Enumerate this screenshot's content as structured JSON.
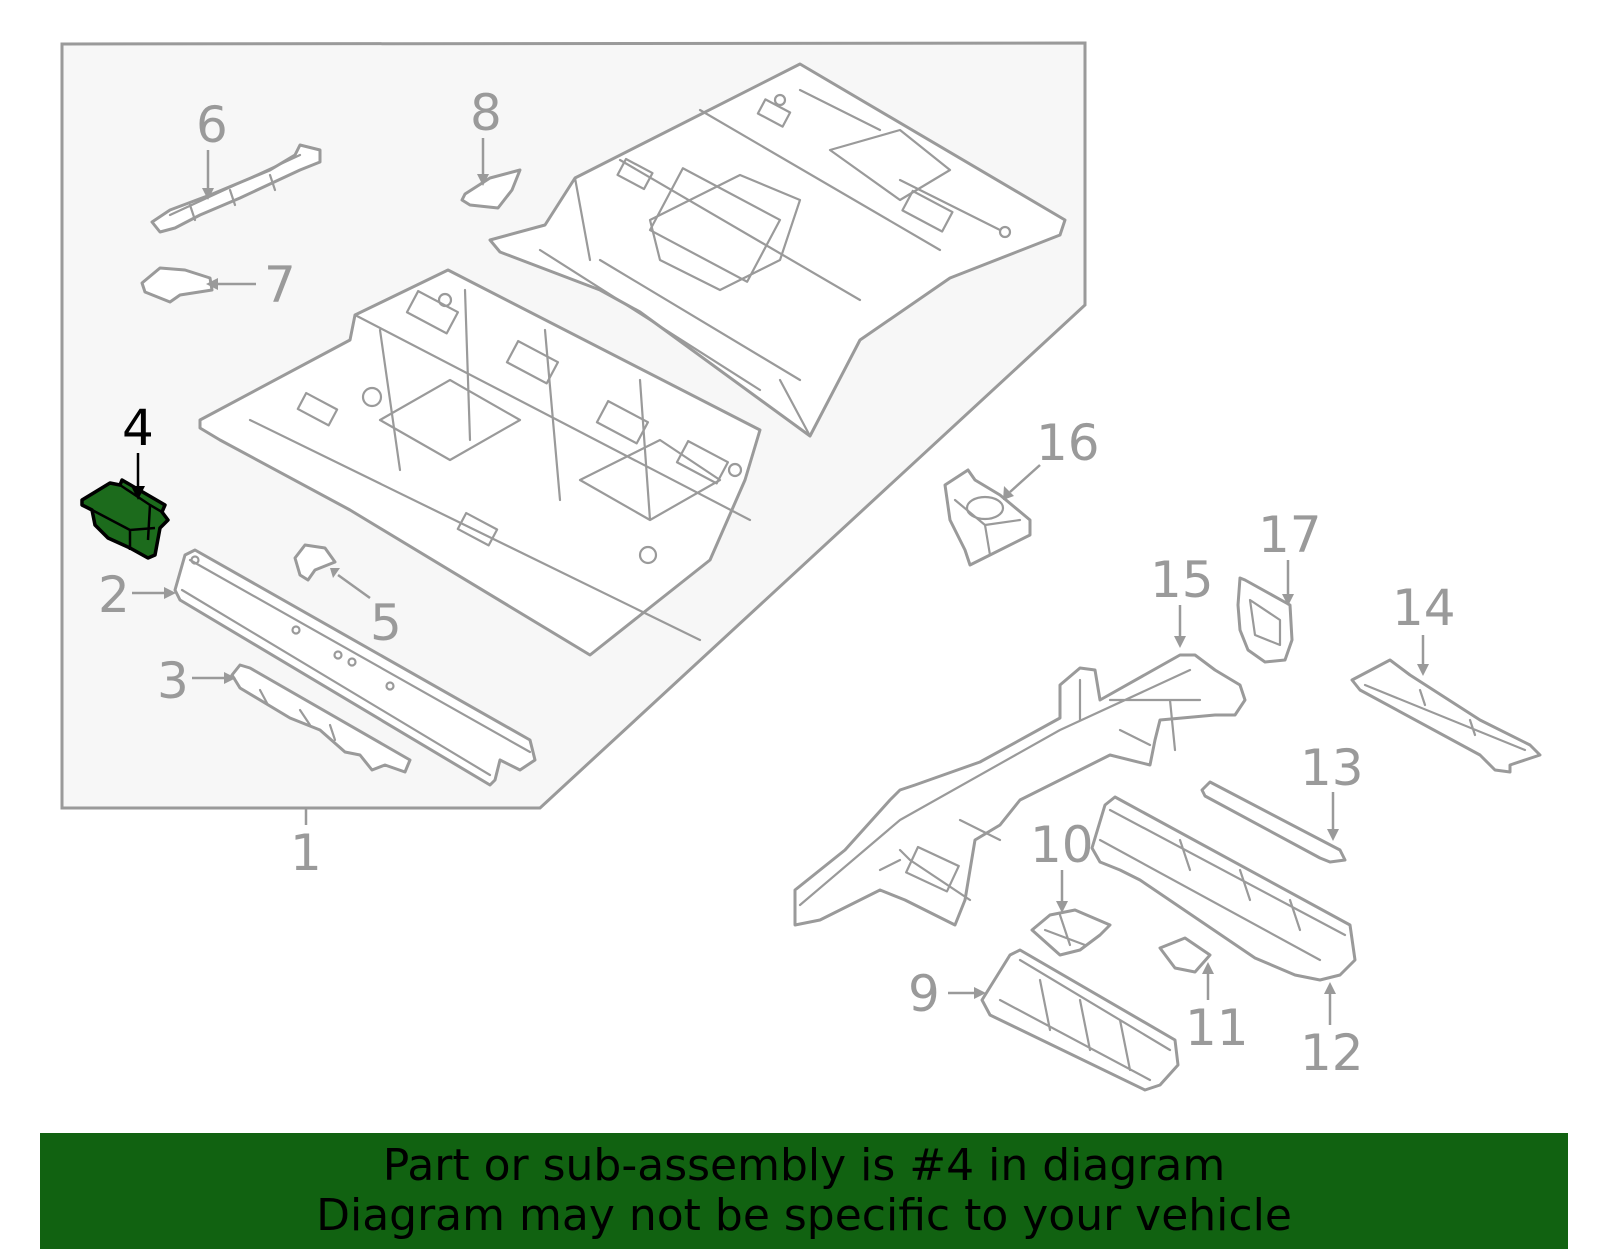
{
  "callouts": [
    {
      "id": "1",
      "label": "1"
    },
    {
      "id": "2",
      "label": "2"
    },
    {
      "id": "3",
      "label": "3"
    },
    {
      "id": "4",
      "label": "4",
      "highlighted": true
    },
    {
      "id": "5",
      "label": "5"
    },
    {
      "id": "6",
      "label": "6"
    },
    {
      "id": "7",
      "label": "7"
    },
    {
      "id": "8",
      "label": "8"
    },
    {
      "id": "9",
      "label": "9"
    },
    {
      "id": "10",
      "label": "10"
    },
    {
      "id": "11",
      "label": "11"
    },
    {
      "id": "12",
      "label": "12"
    },
    {
      "id": "13",
      "label": "13"
    },
    {
      "id": "14",
      "label": "14"
    },
    {
      "id": "15",
      "label": "15"
    },
    {
      "id": "16",
      "label": "16"
    },
    {
      "id": "17",
      "label": "17"
    }
  ],
  "banner": {
    "line1": "Part or sub-assembly is #4 in diagram",
    "line2": "Diagram may not be specific to your vehicle"
  },
  "colors": {
    "highlight_part": "#1c6b1c",
    "banner_background": "#116211",
    "line_art": "#9a9a9a",
    "assembly_box_fill": "#f7f7f7"
  }
}
